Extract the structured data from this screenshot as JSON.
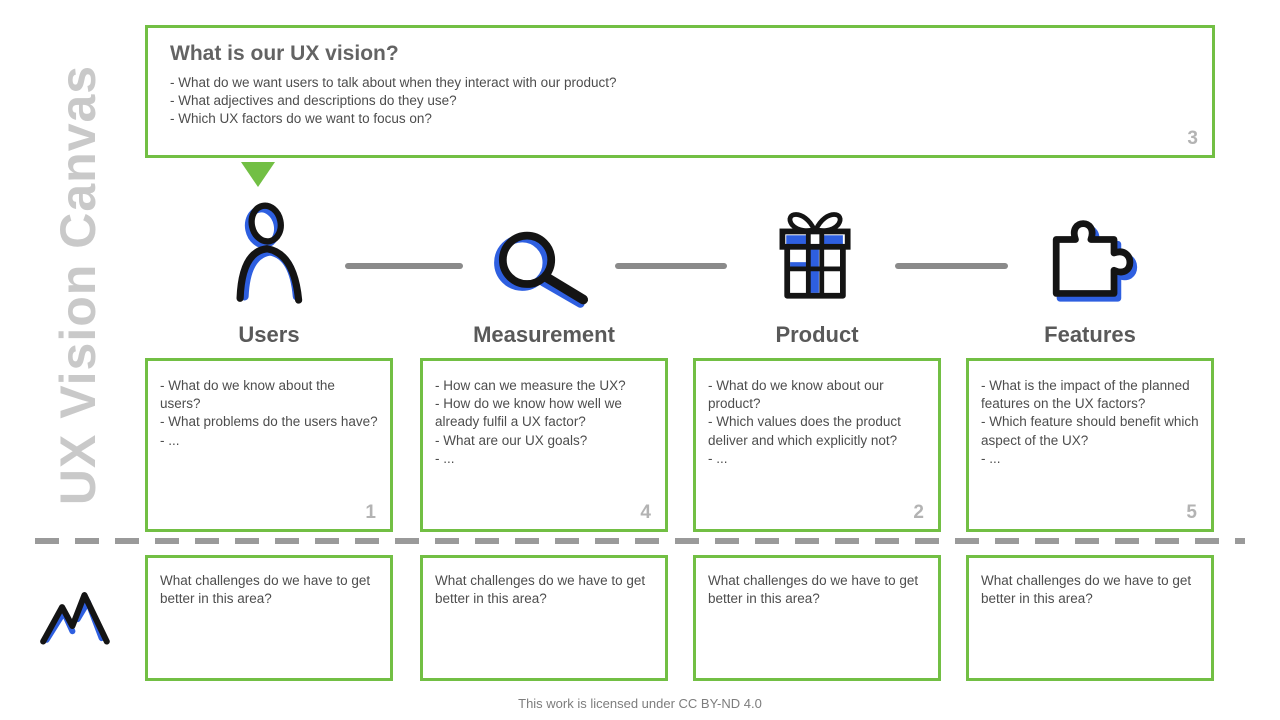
{
  "page": {
    "title": "UX Vision Canvas",
    "footer": "This work is licensed under CC BY-ND 4.0"
  },
  "colors": {
    "green": "#72bf44",
    "blue": "#2e5fe0",
    "icon_black": "#141414",
    "heading_gray": "#636363",
    "number_gray": "#b3b3b3"
  },
  "vision": {
    "heading": "What is our UX vision?",
    "bullets": [
      "- What do we want users to talk about when they interact with our product?",
      "- What adjectives and descriptions do they use?",
      "- Which UX factors do we want to focus on?"
    ],
    "number": "3"
  },
  "columns": [
    {
      "label": "Users",
      "icon": "person-icon",
      "number": "1",
      "bullets": [
        "- What do we know about the users?",
        "- What problems do the users have?",
        "- ..."
      ],
      "challenge": "What challenges do we have to get better in this area?"
    },
    {
      "label": "Measurement",
      "icon": "magnifier-icon",
      "number": "4",
      "bullets": [
        "- How can we measure the UX?",
        "- How do we know how well we already fulfil a UX factor?",
        "- What are our UX goals?",
        "- ..."
      ],
      "challenge": "What challenges do we have to get better in this area?"
    },
    {
      "label": "Product",
      "icon": "gift-icon",
      "number": "2",
      "bullets": [
        "- What do we know about our product?",
        "- Which values does the product deliver and which explicitly not?",
        "- ..."
      ],
      "challenge": "What challenges do we have to get better in this area?"
    },
    {
      "label": "Features",
      "icon": "puzzle-icon",
      "number": "5",
      "bullets": [
        "- What is the impact of the planned features on the UX factors?",
        "- Which feature should benefit which aspect of the UX?",
        "- ..."
      ],
      "challenge": "What challenges do we have to get better in this area?"
    }
  ]
}
